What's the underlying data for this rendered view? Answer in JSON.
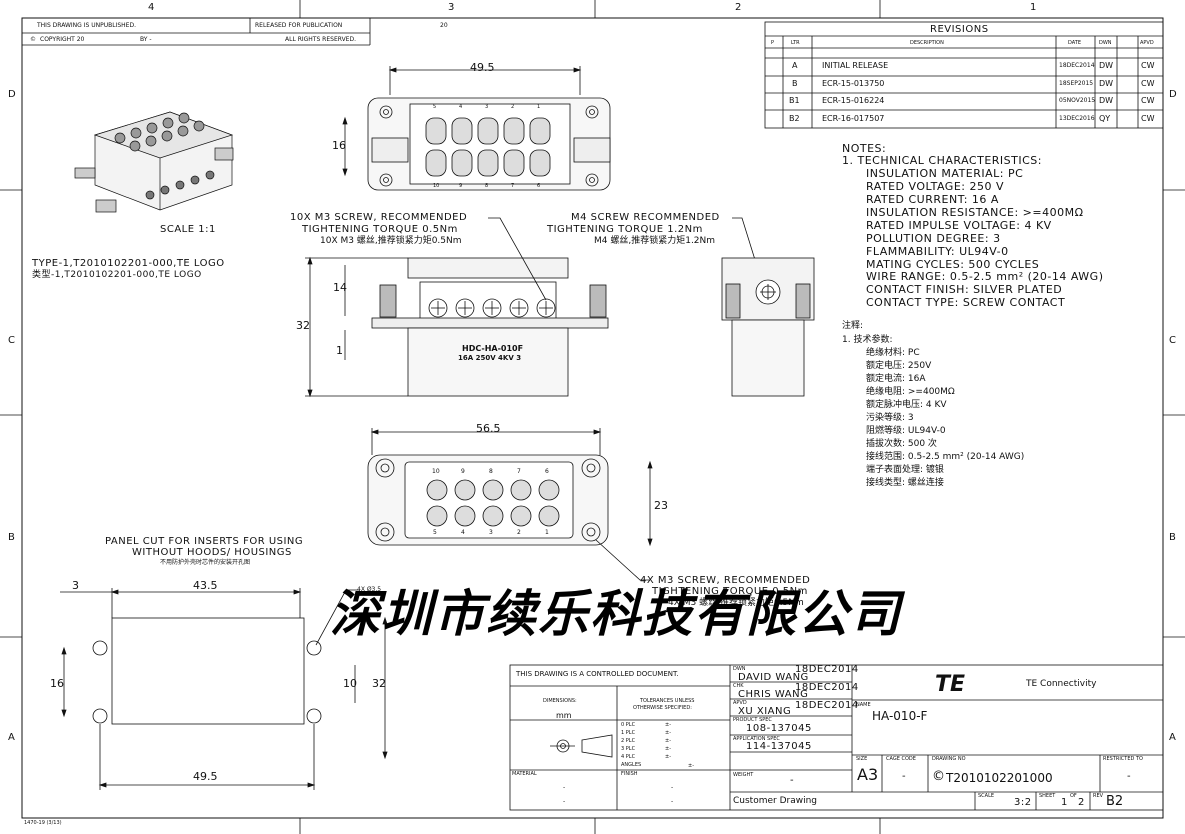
{
  "zones": {
    "top": [
      "4",
      "3",
      "2",
      "1"
    ],
    "side": [
      "D",
      "C",
      "B",
      "A"
    ]
  },
  "header": {
    "unpublished": "THIS DRAWING IS UNPUBLISHED.",
    "copyright": "COPYRIGHT 20",
    "by": "BY -",
    "released": "RELEASED FOR PUBLICATION",
    "released_year": "20",
    "rights": "ALL RIGHTS RESERVED."
  },
  "revisions": {
    "title": "REVISIONS",
    "headers": [
      "P",
      "LTR",
      "DESCRIPTION",
      "DATE",
      "DWN",
      "APVD"
    ],
    "rows": [
      {
        "ltr": "A",
        "desc": "INITIAL RELEASE",
        "date": "18DEC2014",
        "dwn": "DW",
        "apvd": "CW"
      },
      {
        "ltr": "B",
        "desc": "ECR-15-013750",
        "date": "18SEP2015",
        "dwn": "DW",
        "apvd": "CW"
      },
      {
        "ltr": "B1",
        "desc": "ECR-15-016224",
        "date": "05NOV2015",
        "dwn": "DW",
        "apvd": "CW"
      },
      {
        "ltr": "B2",
        "desc": "ECR-16-017507",
        "date": "13DEC2016",
        "dwn": "QY",
        "apvd": "CW"
      }
    ]
  },
  "notes_en": [
    "NOTES:",
    "1.  TECHNICAL CHARACTERISTICS:",
    "INSULATION MATERIAL: PC",
    "RATED VOLTAGE: 250 V",
    "RATED CURRENT: 16 A",
    "INSULATION RESISTANCE: >=400MΩ",
    "RATED IMPULSE VOLTAGE: 4 KV",
    "POLLUTION DEGREE: 3",
    "FLAMMABILITY: UL94V-0",
    "MATING CYCLES: 500 CYCLES",
    "WIRE RANGE: 0.5-2.5 mm² (20-14 AWG)",
    "CONTACT FINISH: SILVER PLATED",
    "CONTACT TYPE: SCREW CONTACT"
  ],
  "notes_cn": [
    "注释:",
    "1.  技术参数:",
    "绝缘材料: PC",
    "额定电压: 250V",
    "额定电流: 16A",
    "绝缘电阻: >=400MΩ",
    "额定脉冲电压: 4 KV",
    "污染等级: 3",
    "阻燃等级: UL94V-0",
    "插拔次数: 500 次",
    "接线范围: 0.5-2.5 mm² (20-14 AWG)",
    "端子表面处理: 镀银",
    "接线类型: 螺丝连接"
  ],
  "views": {
    "scale": "SCALE  1:1",
    "type_en": "TYPE-1,T2010102201-000,TE LOGO",
    "type_cn": "类型-1,T2010102201-000,TE LOGO",
    "dim_top_width": "49.5",
    "dim_top_height": "16",
    "callout_m3_en1": "10X M3 SCREW, RECOMMENDED",
    "callout_m3_en2": "TIGHTENING TORQUE 0.5Nm",
    "callout_m3_cn": "10X M3 螺丝,推荐锁紧力矩0.5Nm",
    "callout_m4_en1": "M4 SCREW RECOMMENDED",
    "callout_m4_en2": "TIGHTENING TORQUE 1.2Nm",
    "callout_m4_cn": "M4 螺丝,推荐锁紧力矩1.2Nm",
    "dim_side_32": "32",
    "dim_side_14": "14",
    "dim_side_1": "1",
    "label_part": "HDC-HA-010F",
    "label_rating": "16A 250V 4KV 3",
    "dim_bottom_width": "56.5",
    "dim_bottom_height": "23",
    "pin_top": [
      "10",
      "9",
      "8",
      "7",
      "6"
    ],
    "pin_bottom": [
      "5",
      "4",
      "3",
      "2",
      "1"
    ],
    "top_pins_upper": [
      "5",
      "4",
      "3",
      "2",
      "1"
    ],
    "top_pins_lower": [
      "10",
      "9",
      "8",
      "7",
      "6"
    ],
    "callout_4x_en1": "4X M3 SCREW, RECOMMENDED",
    "callout_4x_en2": "TIGHTENING TORQUE 0.5Nm",
    "callout_4x_cn": "4X M3 螺丝,推荐锁紧力矩0.5Nm",
    "panel_title1": "PANEL CUT FOR INSERTS FOR USING",
    "panel_title2": "WITHOUT HOODS/ HOUSINGS",
    "panel_title_cn": "不用防护外壳时芯件的安装开孔图",
    "panel_dim_3": "3",
    "panel_dim_435": "43.5",
    "panel_dim_4x35": "4X Ø3.5",
    "panel_dim_16": "16",
    "panel_dim_10": "10",
    "panel_dim_32": "32",
    "panel_dim_495": "49.5"
  },
  "watermark": "深圳市续乐科技有限公司",
  "title_block": {
    "controlled": "THIS DRAWING IS A CONTROLLED DOCUMENT.",
    "dwn_label": "DWN",
    "dwn_name": "DAVID WANG",
    "dwn_date": "18DEC2014",
    "chk_label": "CHK",
    "chk_name": "CHRIS WANG",
    "chk_date": "18DEC2014",
    "apvd_label": "APVD",
    "apvd_name": "XU XIANG",
    "apvd_date": "18DEC2014",
    "product_spec_label": "PRODUCT SPEC",
    "product_spec": "108-137045",
    "application_spec_label": "APPLICATION SPEC",
    "application_spec": "114-137045",
    "weight_label": "WEIGHT",
    "weight": "-",
    "customer": "Customer Drawing",
    "dimensions_label": "DIMENSIONS:",
    "dimensions_unit": "mm",
    "tolerances_1": "TOLERANCES UNLESS",
    "tolerances_2": "OTHERWISE SPECIFIED:",
    "tol_rows": [
      "0 PLC",
      "1 PLC",
      "2 PLC",
      "3 PLC",
      "4 PLC",
      "ANGLES"
    ],
    "tol_sym": "±-",
    "material_label": "MATERIAL",
    "finish_label": "FINISH",
    "material_values": [
      "-",
      "-"
    ],
    "finish_values": [
      "-",
      "-"
    ],
    "logo": "TE",
    "company": "TE Connectivity",
    "name_label": "NAME",
    "name": "HA-010-F",
    "size_label": "SIZE",
    "size": "A3",
    "cage_label": "CAGE CODE",
    "cage": "-",
    "drawing_no_label": "DRAWING NO",
    "drawing_no": "T2010102201000",
    "restricted_label": "RESTRICTED TO",
    "restricted": "-",
    "scale_label": "SCALE",
    "scale": "3:2",
    "sheet_label": "SHEET",
    "sheet": "1",
    "of_label": "OF",
    "of": "2",
    "rev_label": "REV",
    "rev": "B2"
  },
  "footer": "1470-19 (3/13)"
}
